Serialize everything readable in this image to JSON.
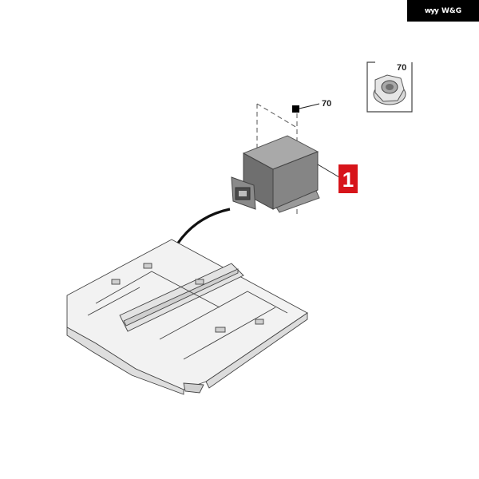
{
  "brand": {
    "text": "W&G",
    "mark": "wyy"
  },
  "inset": {
    "label": "70"
  },
  "fastener_callout": {
    "label": "70"
  },
  "part_callout": {
    "number": "1",
    "color": "#d7141a"
  },
  "colors": {
    "module": "#7f7f7f",
    "floor": "#f2f2f2",
    "line": "#222222"
  }
}
